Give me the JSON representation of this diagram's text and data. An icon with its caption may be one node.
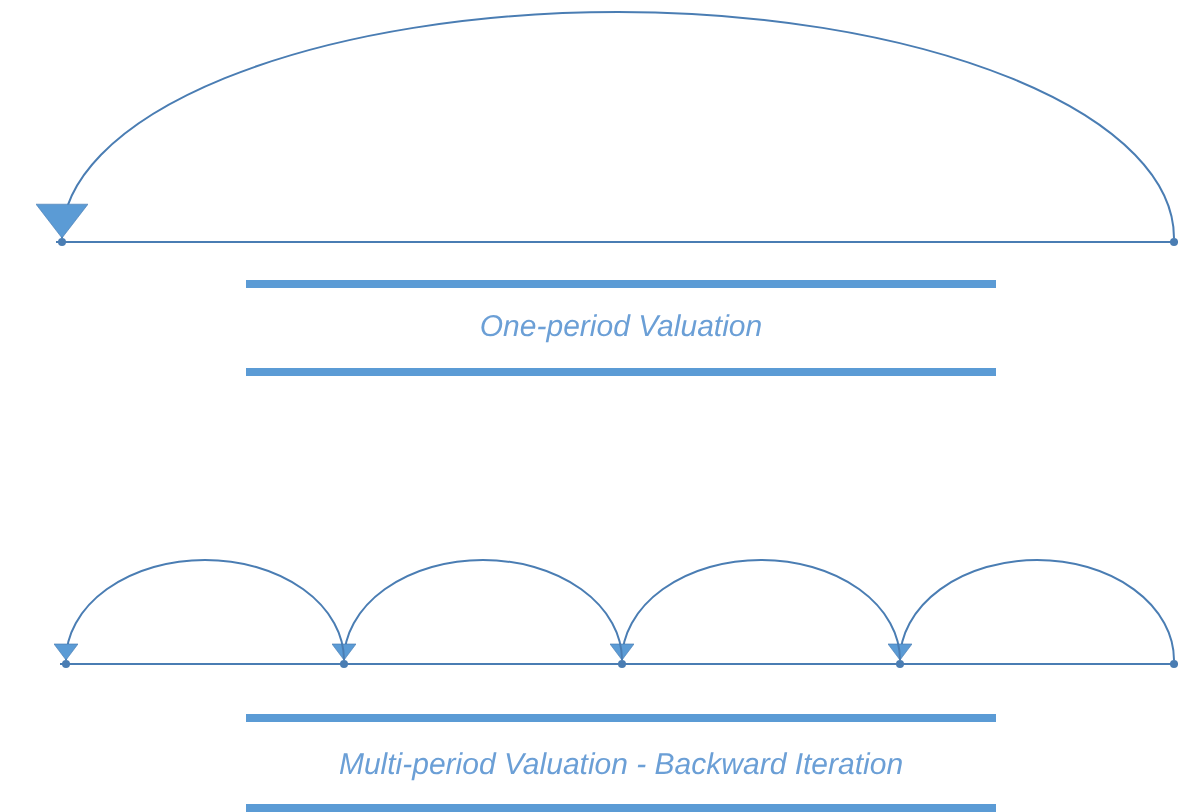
{
  "diagram": {
    "nodes": [
      {
        "text": [],
        "shape": "point"
      },
      {
        "text": [],
        "shape": "point"
      },
      {
        "text": [],
        "shape": "point"
      },
      {
        "text": [],
        "shape": "point"
      },
      {
        "text": [],
        "shape": "point"
      },
      {
        "text": [],
        "shape": "point"
      },
      {
        "text": [],
        "shape": "point"
      }
    ],
    "edges": [
      {
        "from": 1,
        "to": 0,
        "arrow": "to"
      },
      {
        "from": 6,
        "to": 5,
        "arrow": "to"
      },
      {
        "from": 5,
        "to": 4,
        "arrow": "to"
      },
      {
        "from": 4,
        "to": 3,
        "arrow": "to"
      },
      {
        "from": 3,
        "to": 2,
        "arrow": "to"
      }
    ],
    "labels": [
      "One-period Valuation",
      "Multi-period Valuation - Backward Iteration"
    ]
  }
}
